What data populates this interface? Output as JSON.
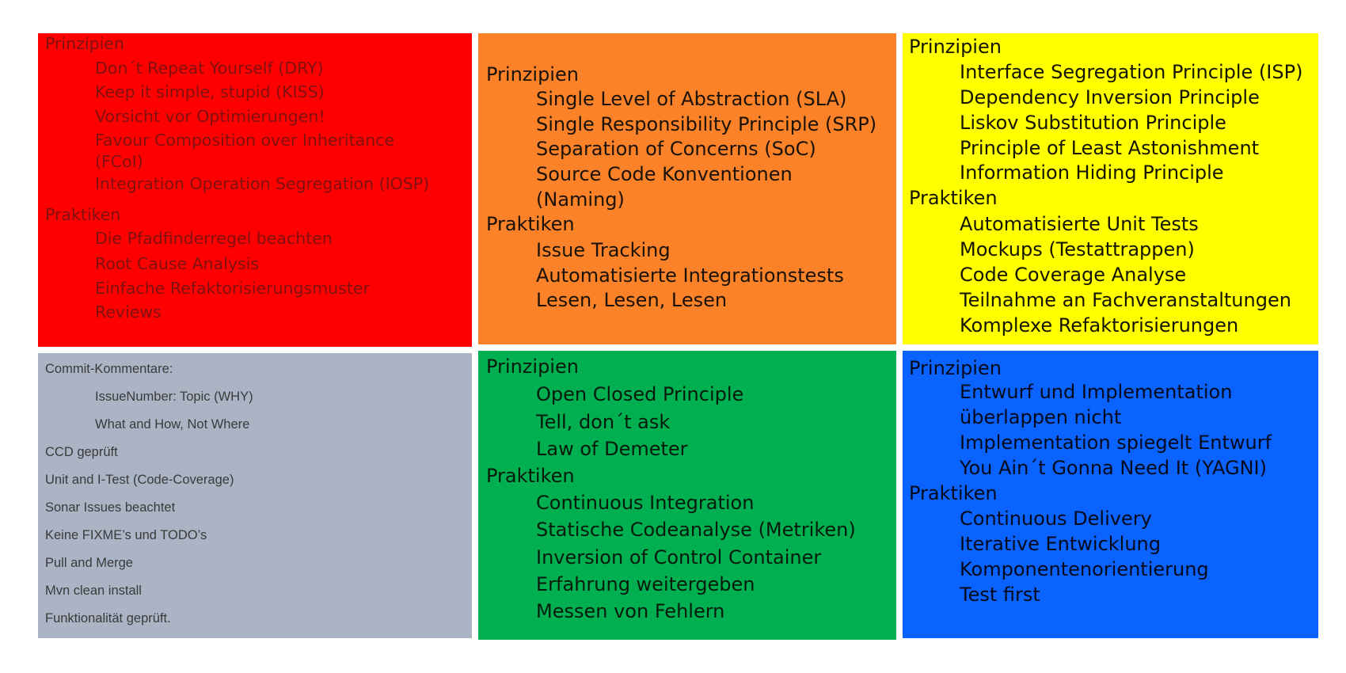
{
  "red": {
    "heading1": "Prinzipien",
    "item1": "Don´t Repeat Yourself (DRY)",
    "item2": "Keep it simple, stupid (KISS)",
    "item3": "Vorsicht vor Optimierungen!",
    "item4": "Favour Composition over Inheritance (FCoI)",
    "item5": "Integration Operation Segregation (IOSP)",
    "heading2": "Praktiken",
    "item6": "Die Pfadfinderregel beachten",
    "item7": "Root Cause Analysis",
    "item8": "Einfache Refaktorisierungsmuster",
    "item9": "Reviews"
  },
  "orange": {
    "heading1": "Prinzipien",
    "item1": "Single Level of Abstraction (SLA)",
    "item2": "Single Responsibility Principle (SRP)",
    "item3": "Separation of Concerns (SoC)",
    "item4": "Source Code Konventionen",
    "item4b": "(Naming)",
    "heading2": "Praktiken",
    "item5": "Issue Tracking",
    "item6": "Automatisierte Integrationstests",
    "item7": "Lesen, Lesen, Lesen"
  },
  "yellow": {
    "heading1": "Prinzipien",
    "item1": "Interface Segregation Principle (ISP)",
    "item2": "Dependency Inversion Principle",
    "item3": "Liskov Substitution Principle",
    "item4": "Principle of Least Astonishment",
    "item5": "Information Hiding Principle",
    "heading2": "Praktiken",
    "item6": "Automatisierte Unit Tests",
    "item7": "Mockups (Testattrappen)",
    "item8": "Code Coverage Analyse",
    "item9": "Teilnahme an Fachveranstaltungen",
    "item10": "Komplexe Refaktorisierungen"
  },
  "grey": {
    "item1": "Commit-Kommentare:",
    "item2": "IssueNumber: Topic (WHY)",
    "item3": "What and How, Not Where",
    "item4": "CCD geprüft",
    "item5": "Unit and I-Test (Code-Coverage)",
    "item6": "Sonar Issues beachtet",
    "item7": "Keine FIXME’s und TODO’s",
    "item8": "Pull and Merge",
    "item9": "Mvn  clean install",
    "item10": "Funktionalität geprüft."
  },
  "green": {
    "heading1": "Prinzipien",
    "item1": "Open Closed Principle",
    "item2": "Tell, don´t ask",
    "item3": "Law of Demeter",
    "heading2": "Praktiken",
    "item4": "Continuous Integration",
    "item5": "Statische Codeanalyse (Metriken)",
    "item6": "Inversion of Control Container",
    "item7": "Erfahrung weitergeben",
    "item8": "Messen von Fehlern"
  },
  "blue": {
    "heading1": "Prinzipien",
    "item1": "Entwurf und Implementation",
    "item1b": "überlappen nicht",
    "item2": "Implementation spiegelt Entwurf",
    "item3": "You Ain´t Gonna Need It (YAGNI)",
    "heading2": "Praktiken",
    "item4": "Continuous Delivery",
    "item5": "Iterative Entwicklung",
    "item6": "Komponentenorientierung",
    "item7": "Test first"
  }
}
